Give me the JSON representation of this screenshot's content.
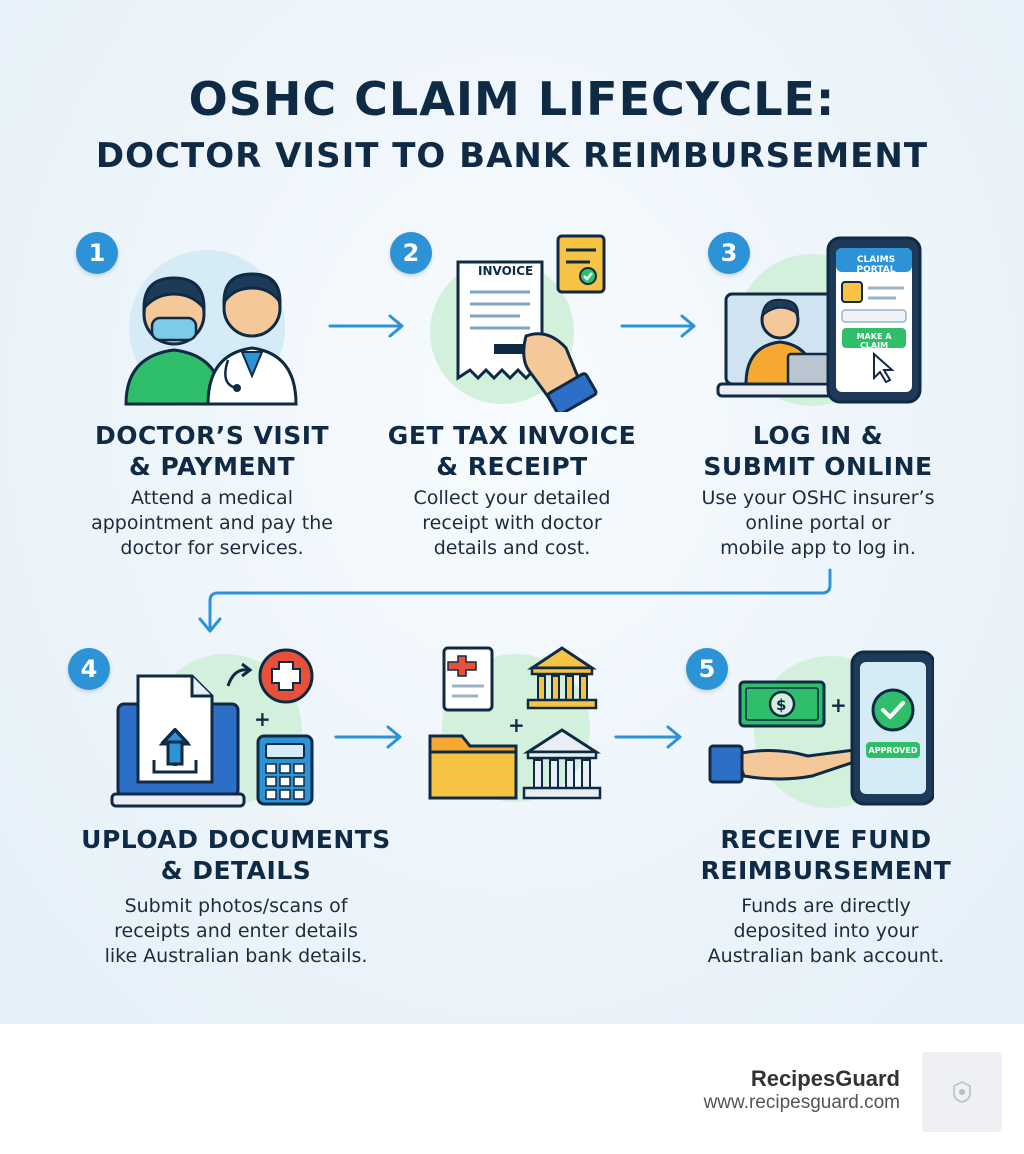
{
  "title": {
    "line1": "OSHC CLAIM LIFECYCLE:",
    "line2": "DOCTOR VISIT TO BANK REIMBURSEMENT"
  },
  "steps": [
    {
      "number": "1",
      "heading": [
        "DOCTOR’S VISIT",
        "& PAYMENT"
      ],
      "description": [
        "Attend a medical",
        "appointment and pay the",
        "doctor for services."
      ]
    },
    {
      "number": "2",
      "heading": [
        "GET TAX INVOICE",
        "& RECEIPT"
      ],
      "description": [
        "Collect your detailed",
        "receipt with doctor",
        "details and cost."
      ],
      "invoice_label": "INVOICE"
    },
    {
      "number": "3",
      "heading": [
        "LOG IN &",
        "SUBMIT ONLINE"
      ],
      "description": [
        "Use your OSHC insurer’s",
        "online portal or",
        "mobile app to log in."
      ],
      "portal_label": "CLAIMS PORTAL",
      "button_label": "MAKE A CLAIM"
    },
    {
      "number": "4",
      "heading": [
        "UPLOAD DOCUMENTS",
        "& DETAILS"
      ],
      "description": [
        "Submit photos/scans of",
        "receipts and enter details",
        "like Australian bank details."
      ]
    },
    {
      "number": "5",
      "heading": [
        "RECEIVE FUND",
        "REIMBURSEMENT"
      ],
      "description": [
        "Funds are directly",
        "deposited into your",
        "Australian bank account."
      ],
      "approved_label": "APPROVED"
    }
  ],
  "footer": {
    "brand": "RecipesGuard",
    "url": "www.recipesguard.com"
  },
  "colors": {
    "navy": "#0f2a44",
    "accent_blue": "#2d93d7",
    "green": "#2fbf6a",
    "red": "#e8503a"
  }
}
